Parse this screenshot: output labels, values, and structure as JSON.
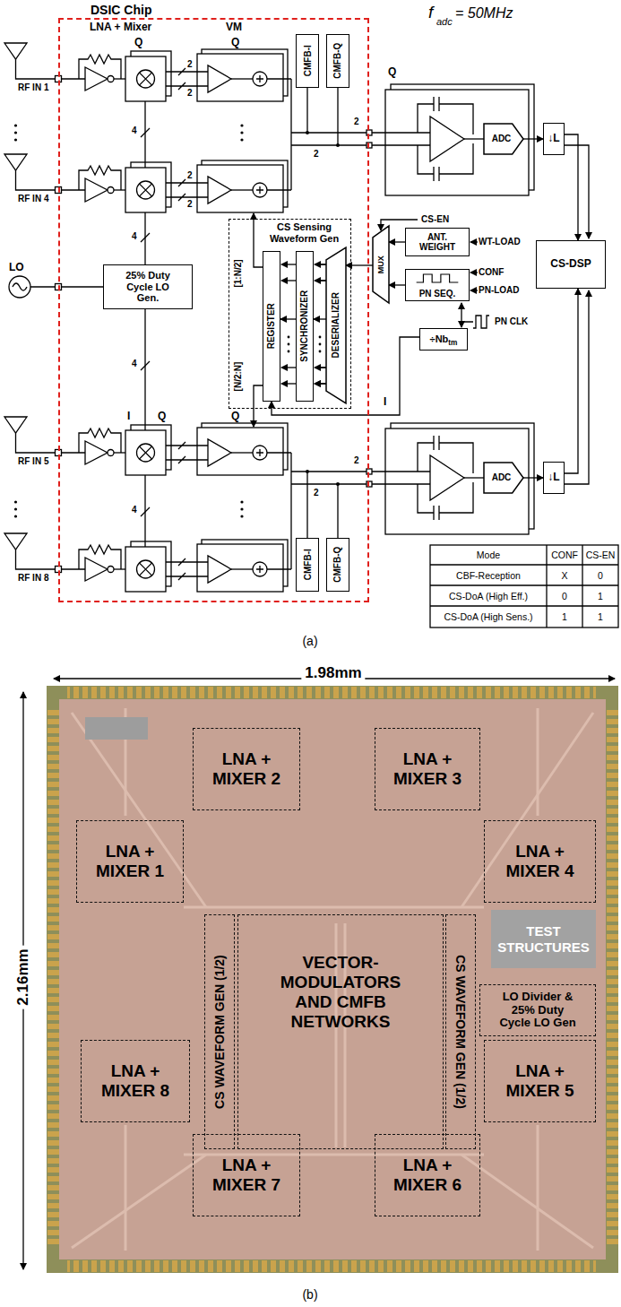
{
  "diagram": {
    "nodes": [
      {
        "text": [
          "DSIC Chip"
        ]
      },
      {
        "text": [
          "CMFB-I"
        ],
        "in": 0
      },
      {
        "text": [
          "CMFB-Q"
        ],
        "in": 0
      },
      {
        "text": [
          "CS Sensing Waveform Gen"
        ],
        "in": 0
      },
      {
        "text": [
          "REGISTER"
        ],
        "in": 3
      },
      {
        "text": [
          "SYNCHRONIZER"
        ],
        "in": 3
      },
      {
        "text": [
          "DESERIALIZER"
        ],
        "in": 3
      },
      {
        "text": [
          "25% Duty Cycle LO Gen."
        ],
        "in": 0
      },
      {
        "text": [
          "CMFB-I"
        ],
        "in": 0
      },
      {
        "text": [
          "CMFB-Q"
        ],
        "in": 0
      },
      {
        "text": [
          "ADC"
        ]
      },
      {
        "text": [
          "↓L"
        ]
      },
      {
        "text": [
          "MUX"
        ]
      },
      {
        "text": [
          "ANT. WEIGHT"
        ]
      },
      {
        "text": [
          "PN SEQ."
        ]
      },
      {
        "text": [
          "CS-DSP"
        ]
      },
      {
        "text": [
          "÷Nb",
          "tm"
        ]
      },
      {
        "text": [
          "ADC"
        ]
      },
      {
        "text": [
          "↓L"
        ]
      },
      {
        "text": [
          "LNA + MIXER 2"
        ]
      },
      {
        "text": [
          "LNA + MIXER 3"
        ]
      },
      {
        "text": [
          "LNA + MIXER 1"
        ]
      },
      {
        "text": [
          "LNA + MIXER 4"
        ]
      },
      {
        "text": [
          "TEST STRUCTURES"
        ]
      },
      {
        "text": [
          "CS WAVEFORM GEN (1/2)"
        ]
      },
      {
        "text": [
          "VECTOR-MODULATORS AND CMFB NETWORKS"
        ]
      },
      {
        "text": [
          "CS WAVEFORM GEN (1/2)"
        ]
      },
      {
        "text": [
          "LO Divider & 25% Duty Cycle LO Gen"
        ]
      },
      {
        "text": [
          "LNA + MIXER 8"
        ]
      },
      {
        "text": [
          "LNA + MIXER 5"
        ]
      },
      {
        "text": [
          "LNA + MIXER 7"
        ]
      },
      {
        "text": [
          "LNA + MIXER 6"
        ]
      }
    ],
    "edges": [
      {
        "from": 12,
        "to": 6,
        "arrow": "to"
      },
      {
        "from": 6,
        "to": 5,
        "arrow": "to"
      },
      {
        "from": 5,
        "to": 4,
        "arrow": "to"
      },
      {
        "from": 13,
        "to": 12,
        "arrow": "to"
      },
      {
        "from": 14,
        "to": 12,
        "arrow": "to"
      },
      {
        "from": 10,
        "to": 11,
        "arrow": "to"
      },
      {
        "from": 11,
        "to": 15,
        "arrow": "to"
      },
      {
        "from": 17,
        "to": 18,
        "arrow": "to"
      },
      {
        "from": 18,
        "to": 15,
        "arrow": "to"
      },
      {
        "from": 16,
        "to": 4,
        "arrow": "to"
      }
    ],
    "labels": [
      "LNA + Mixer",
      "VM",
      "Q",
      "Q",
      "Q",
      "f",
      "adc",
      "= 50MHz",
      "RF IN 1",
      "RF IN 4",
      "RF IN 5",
      "RF IN 8",
      "LO",
      "2",
      "2",
      "2",
      "2",
      "4",
      "4",
      "4",
      "4",
      "2",
      "2",
      "2",
      "2",
      "I",
      "Q",
      "Q",
      "I",
      "[1:N/2]",
      "[N/2:N]",
      "CS-EN",
      "WT-LOAD",
      "CONF",
      "PN-LOAD",
      "PN CLK",
      "Mode",
      "CONF",
      "CS-EN",
      "CBF-Reception",
      "X",
      "0",
      "CS-DoA (High Eff.)",
      "0",
      "1",
      "CS-DoA (High Sens.)",
      "1",
      "1",
      "(a)",
      "1.98mm",
      "2.16mm",
      "(b)"
    ]
  }
}
